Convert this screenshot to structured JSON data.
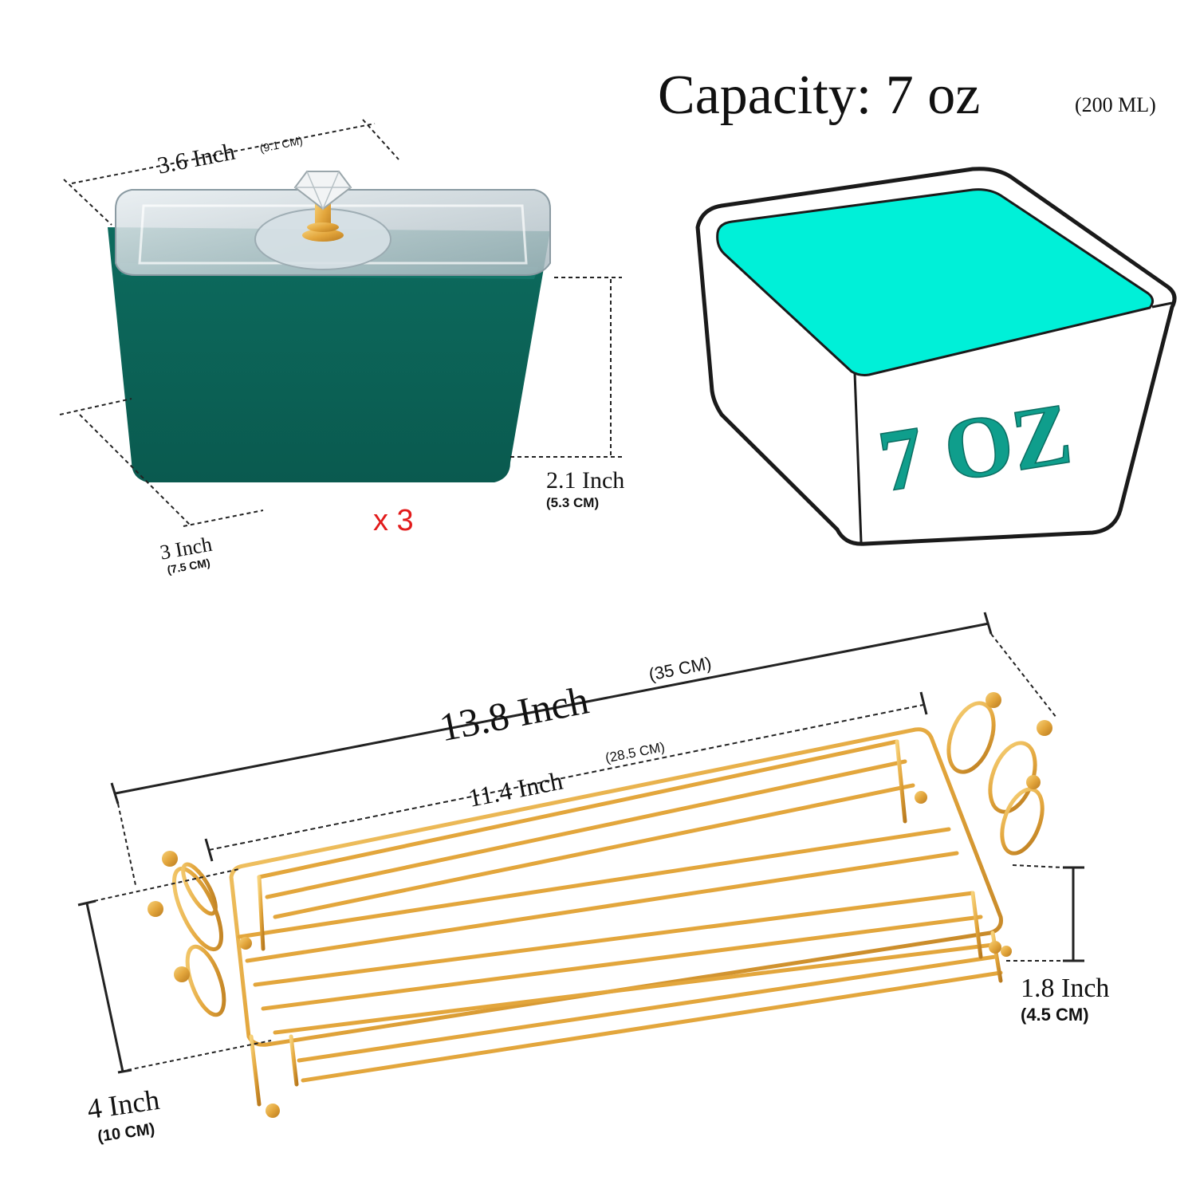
{
  "capacity": {
    "label": "Capacity: 7 oz",
    "metric": "(200 ML)"
  },
  "bowl": {
    "width": {
      "inch": "3.6 Inch",
      "cm": "(9.1 CM)"
    },
    "height": {
      "inch": "2.1 Inch",
      "cm": "(5.3 CM)"
    },
    "depth": {
      "inch": "3 Inch",
      "cm": "(7.5 CM)"
    },
    "quantity": "x 3",
    "bowl_color": "#0f6b5e",
    "lid_color": "#c9d6dc",
    "knob_color": "#d6a43a"
  },
  "illustration": {
    "label": "7 OZ",
    "fill_color": "#00f0d8",
    "label_color": "#0f9e8c"
  },
  "tray": {
    "overall_length": {
      "inch": "13.8 Inch",
      "cm": "(35 CM)"
    },
    "inner_length": {
      "inch": "11.4 Inch",
      "cm": "(28.5 CM)"
    },
    "height": {
      "inch": "1.8 Inch",
      "cm": "(4.5 CM)"
    },
    "width": {
      "inch": "4 Inch",
      "cm": "(10 CM)"
    },
    "wire_color": "#e3a63c"
  }
}
